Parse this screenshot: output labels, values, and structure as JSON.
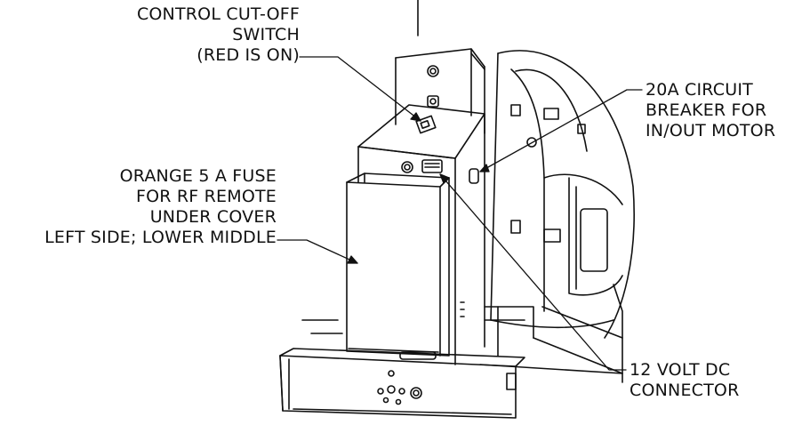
{
  "callouts": {
    "control_switch": {
      "lines": [
        "CONTROL CUT-OFF",
        "SWITCH",
        "(RED IS ON)"
      ]
    },
    "circuit_breaker": {
      "lines": [
        "20A CIRCUIT",
        "BREAKER FOR",
        "IN/OUT MOTOR"
      ]
    },
    "fuse": {
      "lines": [
        "ORANGE 5 A FUSE",
        "FOR RF REMOTE",
        "UNDER COVER",
        "LEFT SIDE; LOWER MIDDLE"
      ]
    },
    "dc_connector": {
      "lines": [
        "12 VOLT DC",
        "CONNECTOR"
      ]
    }
  },
  "colors": {
    "ink": "#111111",
    "background": "#ffffff"
  }
}
